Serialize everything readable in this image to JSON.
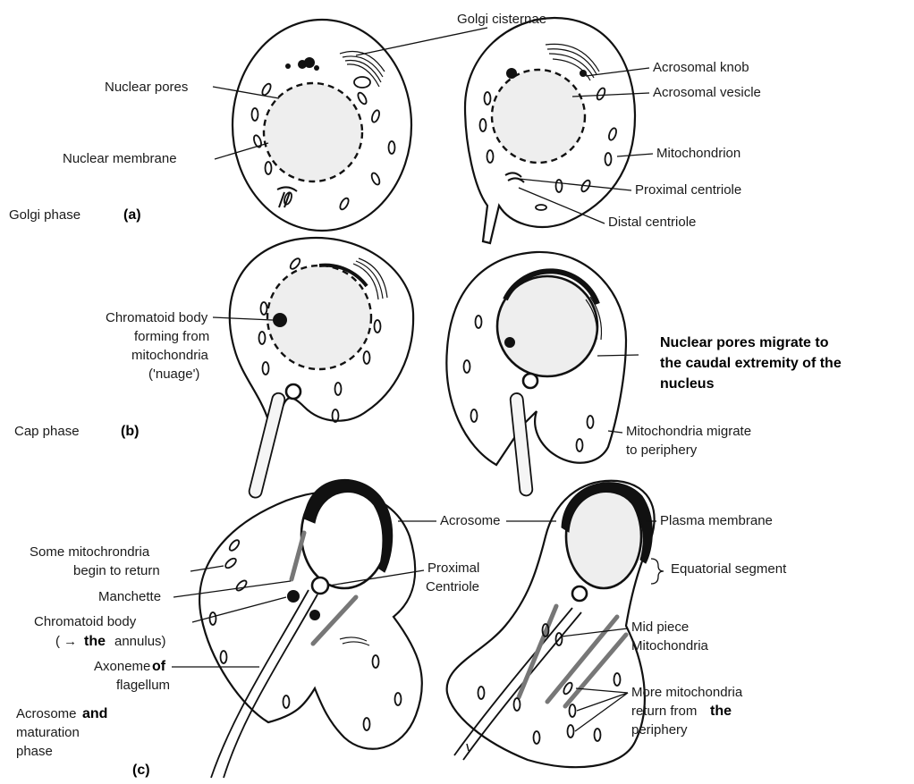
{
  "labels": {
    "golgi_cisternae": "Golgi cisternae",
    "nuclear_pores": "Nuclear pores",
    "nuclear_membrane": "Nuclear membrane",
    "acrosomal_knob": "Acrosomal knob",
    "acrosomal_vesicle": "Acrosomal vesicle",
    "mitochondrion": "Mitochondrion",
    "proximal_centriole": "Proximal centriole",
    "distal_centriole": "Distal centriole",
    "chromatoid_body_1": "Chromatoid body",
    "chromatoid_body_2": "forming from",
    "chromatoid_body_3": "mitochondria",
    "chromatoid_body_4": "('nuage')",
    "nuclear_pores_migrate_1": "Nuclear pores migrate to",
    "nuclear_pores_migrate_2": "the caudal extremity of the",
    "nuclear_pores_migrate_3": "nucleus",
    "mito_migrate_1": "Mitochondria migrate",
    "mito_migrate_2": "to periphery",
    "acrosome": "Acrosome",
    "plasma_membrane": "Plasma membrane",
    "some_mito_1": "Some mitochrondria",
    "some_mito_2": "begin to return",
    "proximal_centriole_c1": "Proximal",
    "proximal_centriole_c2": "Centriole",
    "equatorial_segment": "Equatorial segment",
    "manchette": "Manchette",
    "chromatoid_c1": "Chromatoid body",
    "chromatoid_c2a": "( →",
    "chromatoid_c2b": "the",
    "chromatoid_c2c": "annulus)",
    "mid_piece_1": "Mid piece",
    "mid_piece_2": "Mitochondria",
    "axoneme_1": "Axoneme",
    "axoneme_1b": "of",
    "axoneme_2": "flagellum",
    "more_mito_1": "More mitochondria",
    "more_mito_2a": "return from",
    "more_mito_2b": "the",
    "more_mito_3": "periphery"
  },
  "phases": {
    "golgi_name": "Golgi phase",
    "golgi_letter": "(a)",
    "cap_name": "Cap phase",
    "cap_letter": "(b)",
    "acro_name_1": "Acrosome",
    "acro_name_1b": "and",
    "acro_name_2": "maturation",
    "acro_name_3": "phase",
    "acro_letter": "(c)"
  }
}
